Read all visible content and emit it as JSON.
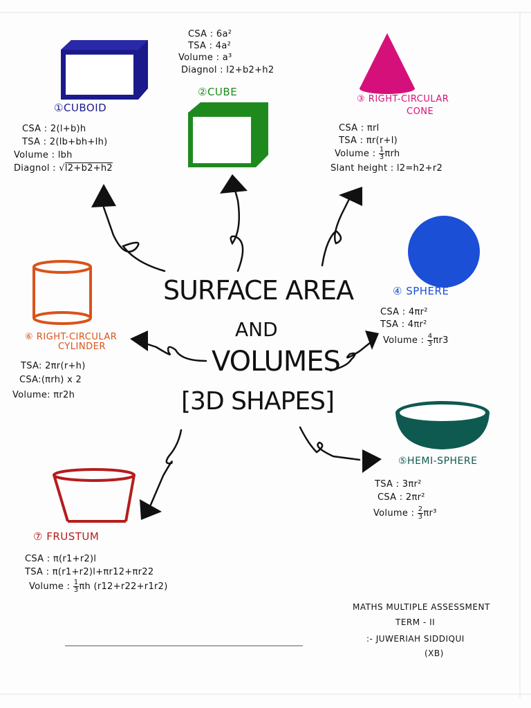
{
  "title": {
    "line1": "SURFACE AREA",
    "line2": "AND",
    "line3": "VOLUMES",
    "line4": "[3D SHAPES]"
  },
  "shapes": {
    "cuboid": {
      "label": "①CUBOID",
      "color": "#1a1a8c",
      "csa": "CSA : 2(l+b)h",
      "tsa": "TSA : 2(lb+bh+lh)",
      "volume": "Volume : lbh",
      "diagonal_prefix": "Diagnol : ",
      "diagonal_root": "l2+b2+h2"
    },
    "cube": {
      "label": "②CUBE",
      "color": "#1e8a1e",
      "csa": "CSA : 6a²",
      "tsa": "TSA : 4a²",
      "volume": "Volume : a³",
      "diagonal": "Diagnol : l2+b2+h2"
    },
    "cone": {
      "label_line1": "③ RIGHT-CIRCULAR",
      "label_line2": "CONE",
      "color": "#d6107a",
      "csa": "CSA : πrl",
      "tsa": "TSA : πr(r+l)",
      "volume_prefix": "Volume : ",
      "volume_num": "1",
      "volume_den": "3",
      "volume_suffix": "πrh",
      "slant": "Slant height : l2=h2+r2"
    },
    "sphere": {
      "label": "④ SPHERE",
      "color": "#1a4fd6",
      "csa": "CSA : 4πr²",
      "tsa": "TSA : 4πr²",
      "volume_prefix": "Volume : ",
      "volume_num": "4",
      "volume_den": "3",
      "volume_suffix": "πr3"
    },
    "hemisphere": {
      "label": "⑤HEMI-SPHERE",
      "color": "#0e5a50",
      "tsa": "TSA : 3πr²",
      "csa": "CSA : 2πr²",
      "volume_prefix": "Volume : ",
      "volume_num": "2",
      "volume_den": "3",
      "volume_suffix": "πr³"
    },
    "cylinder": {
      "label_line1": "⑥ RIGHT-CIRCULAR",
      "label_line2": "CYLINDER",
      "color": "#d9531a",
      "tsa": "TSA: 2πr(r+h)",
      "csa": "CSA:(πrh) x 2",
      "volume": "Volume: πr2h"
    },
    "frustum": {
      "label": "⑦ FRUSTUM",
      "color": "#b51d1d",
      "csa": "CSA : π(r1+r2)l",
      "tsa": "TSA : π(r1+r2)l+πr12+πr22",
      "volume_prefix": "Volume : ",
      "volume_num": "1",
      "volume_den": "3",
      "volume_suffix": "πh (r12+r22+r1r2)"
    }
  },
  "credit": {
    "line1": "MATHS  MULTIPLE ASSESSMENT",
    "line2": "TERM - II",
    "line3": ":-  JUWERIAH SIDDIQUI",
    "line4": "(XB)"
  }
}
